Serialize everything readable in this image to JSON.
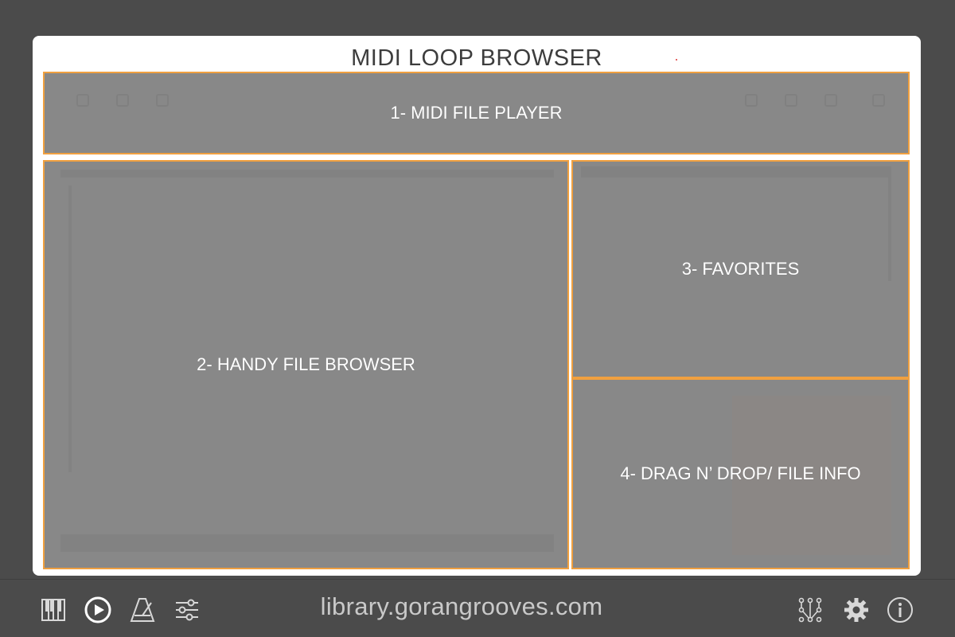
{
  "card": {
    "title": "MIDI LOOP BROWSER"
  },
  "regions": [
    {
      "label": "1- MIDI FILE PLAYER"
    },
    {
      "label": "2- HANDY FILE BROWSER"
    },
    {
      "label": "3- FAVORITES"
    },
    {
      "label": "4- DRAG N’ DROP/ FILE INFO"
    }
  ],
  "bottom_bar": {
    "url": "library.gorangrooves.com",
    "left_icons": [
      "piano-icon",
      "play-circle-icon",
      "metronome-icon",
      "sliders-icon"
    ],
    "right_icons": [
      "network-icon",
      "gear-icon",
      "info-icon"
    ]
  },
  "colors": {
    "background": "#4b4b4b",
    "card": "#ffffff",
    "region_fill": "#888888",
    "region_border": "#f0a040",
    "icon": "#d8d8d8"
  }
}
